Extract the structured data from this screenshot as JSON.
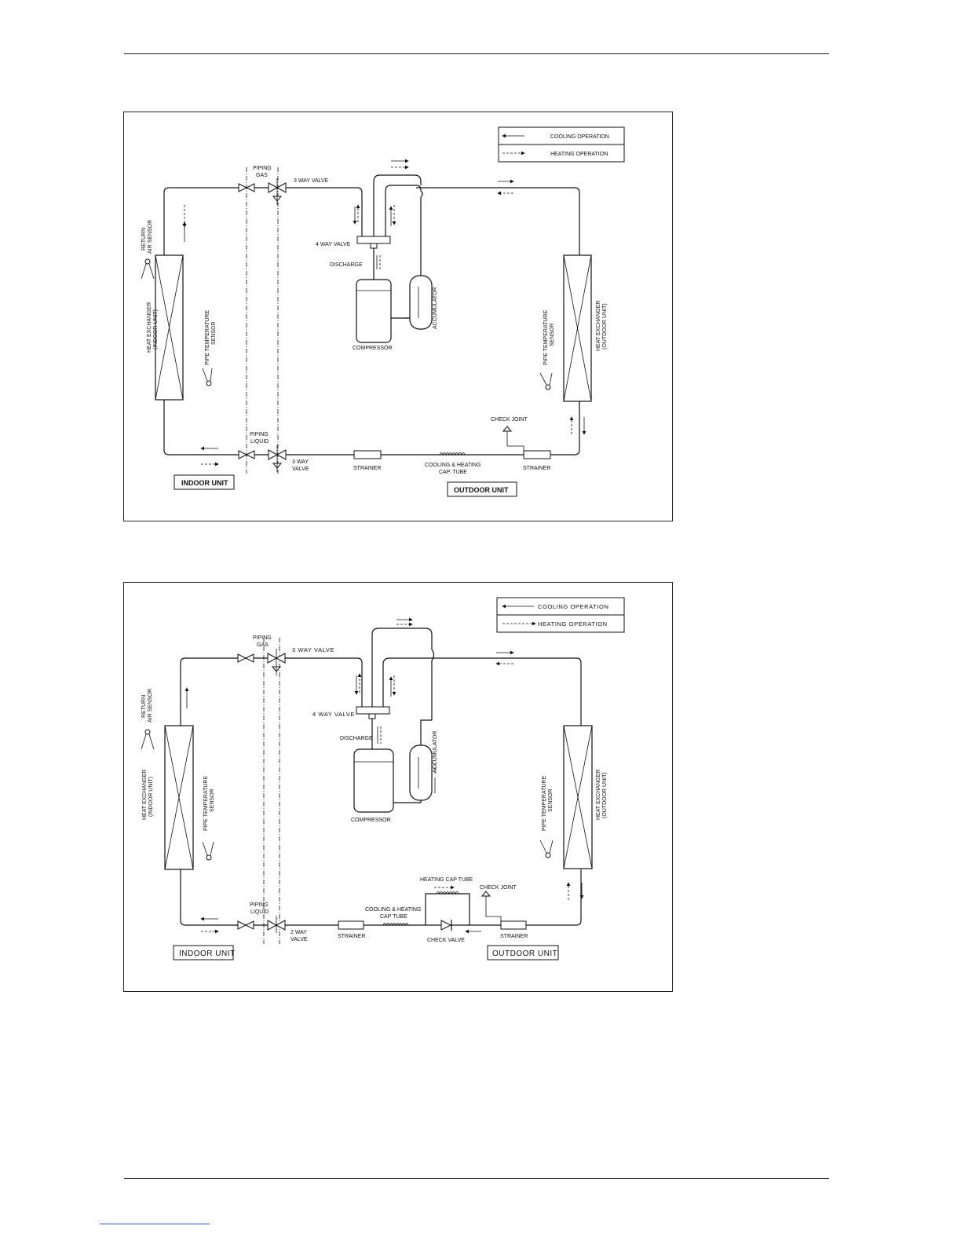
{
  "diagram1": {
    "legend": {
      "cooling": "COOLING OPERATION",
      "heating": "HEATING OPERATION"
    },
    "labels": {
      "piping_gas_1": "PIPING",
      "piping_gas_2": "GAS",
      "three_way_valve_gas": "3 WAY VALVE",
      "four_way_valve": "4 WAY VALVE",
      "discharge": "DISCHARGE",
      "compressor": "COMPRESSOR",
      "accumulator": "ACCUMULATOR",
      "return_air_1": "RETURN",
      "return_air_2": "AIR SENSOR",
      "hx_indoor_1": "HEAT EXCHANGER",
      "hx_indoor_2": "(INDOOR UNIT)",
      "pipe_temp_indoor_1": "PIPE TEMPERATURE",
      "pipe_temp_indoor_2": "SENSOR",
      "pipe_temp_outdoor_1": "PIPE TEMPERATURE",
      "pipe_temp_outdoor_2": "SENSOR",
      "hx_outdoor_1": "HEAT EXCHANGER",
      "hx_outdoor_2": "(OUTDOOR UNIT)",
      "check_joint": "CHECK JOINT",
      "piping_liquid_1": "PIPING",
      "piping_liquid_2": "LIQUID",
      "three_way_valve_liquid_1": "3 WAY",
      "three_way_valve_liquid_2": "VALVE",
      "strainer_1": "STRAINER",
      "cap_tube_1": "COOLING & HEATING",
      "cap_tube_2": "CAP. TUBE",
      "strainer_2": "STRAINER",
      "indoor_unit": "INDOOR UNIT",
      "outdoor_unit": "OUTDOOR UNIT"
    }
  },
  "diagram2": {
    "legend": {
      "cooling": "COOLING OPERATION",
      "heating": "HEATING OPERATION"
    },
    "labels": {
      "piping_gas_1": "PIPING",
      "piping_gas_2": "GAS",
      "three_way_valve_gas": "3 WAY VALVE",
      "four_way_valve": "4 WAY VALVE",
      "discharge": "DISCHARGE",
      "compressor": "COMPRESSOR",
      "accumulator": "ACCUMULATOR",
      "return_air_1": "RETURN",
      "return_air_2": "AIR SENSOR",
      "hx_indoor_1": "HEAT EXCHANGER",
      "hx_indoor_2": "(INDOOR UNIT)",
      "pipe_temp_indoor_1": "PIPE TEMPERATURE",
      "pipe_temp_indoor_2": "SENSOR",
      "pipe_temp_outdoor_1": "PIPE TEMPERATURE",
      "pipe_temp_outdoor_2": "SENSOR",
      "hx_outdoor_1": "HEAT EXCHANGER",
      "hx_outdoor_2": "(OUTDOOR UNIT)",
      "heating_cap_tube": "HEATING CAP TUBE",
      "check_joint": "CHECK JOINT",
      "piping_liquid_1": "PIPING",
      "piping_liquid_2": "LIQUID",
      "two_way_valve_1": "2 WAY",
      "two_way_valve_2": "VALVE",
      "strainer_1": "STRAINER",
      "cap_tube_1": "COOLING & HEATING",
      "cap_tube_2": "CAP TUBE",
      "check_valve": "CHECK VALVE",
      "strainer_2": "STRAINER",
      "indoor_unit": "INDOOR UNIT",
      "outdoor_unit": "OUTDOOR UNIT"
    }
  }
}
